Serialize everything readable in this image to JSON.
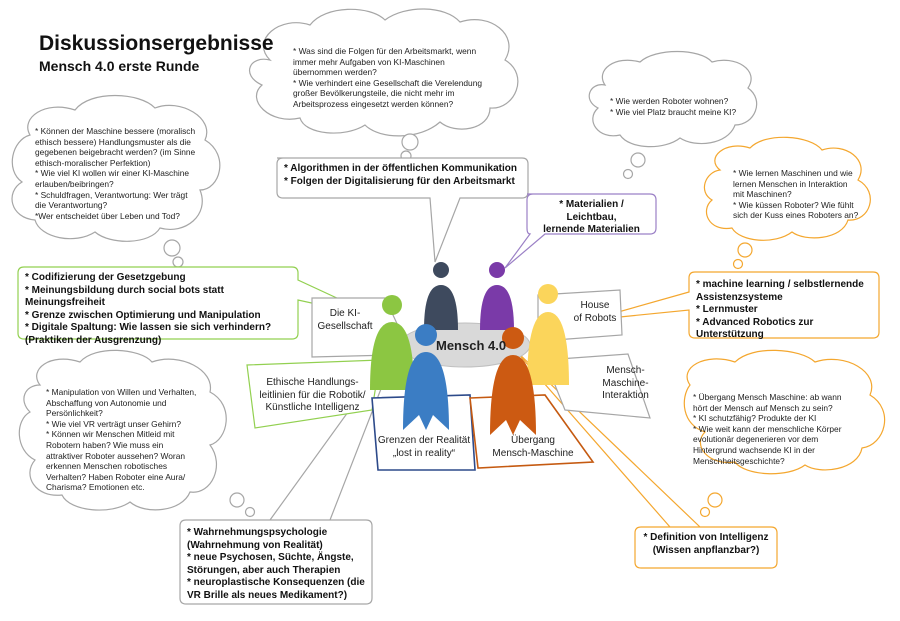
{
  "header": {
    "title": "Diskussionsergebnisse",
    "subtitle": "Mensch 4.0 erste Runde"
  },
  "center": {
    "label": "Mensch 4.0"
  },
  "segments": {
    "ki_gesellschaft": "Die KI-\nGesellschaft",
    "house_of_robots": "House\nof Robots",
    "ethische": "Ethische Handlungs-\nleitlinien für die Robotik/\nKünstliche Intelligenz",
    "grenzen": "Grenzen der Realität\n„lost in reality“",
    "uebergang": "Übergang\nMensch-Maschine",
    "mmi": "Mensch-\nMaschine-\nInteraktion"
  },
  "boxes": {
    "algorithmen": "* Algorithmen in der öffentlichen Kommunikation\n* Folgen der Digitalisierung für den Arbeitsmarkt",
    "materialien": "* Materialien / Leichtbau,\nlernende Materialien",
    "codifizierung": "* Codifizierung der Gesetzgebung\n* Meinungsbildung durch social bots statt Meinungsfreiheit\n* Grenze zwischen Optimierung und Manipulation\n* Digitale Spaltung: Wie lassen sie sich verhindern?\n(Praktiken der Ausgrenzung)",
    "machine_learning": "* machine learning / selbstlernende\n  Assistenzsysteme\n* Lernmuster\n* Advanced Robotics zur Unterstützung",
    "wahrnehmung": "* Wahrnehmungspsychologie\n(Wahrnehmung von Realität)\n* neue Psychosen, Süchte, Ängste,\nStörungen, aber auch Therapien\n* neuroplastische Konsequenzen (die\nVR Brille als neues Medikament?)",
    "definition": "* Definition von Intelligenz\n(Wissen anpflanzbar?)"
  },
  "clouds": {
    "arbeitsmarkt": "* Was sind die Folgen für den Arbeitsmarkt, wenn\n  immer mehr Aufgaben von KI-Maschinen\n  übernommen  werden?\n* Wie verhindert eine Gesellschaft die Verelendung\n  großer Bevölkerungsteile, die nicht mehr im\n  Arbeitsprozess eingesetzt werden können?",
    "roboter_wohnen": "* Wie werden Roboter wohnen?\n* Wie viel Platz braucht meine KI?",
    "lernen": "* Wie lernen Maschinen und wie\n  lernen Menschen in Interaktion\n  mit Maschinen?\n* Wie küssen Roboter?  Wie fühlt\n  sich der Kuss eines Roboters an?",
    "moral": "* Können der Maschine bessere (moralisch\n  ethisch bessere) Handlungsmuster als die\n  gegebenen beigebracht werden? (im Sinne\n  ethisch-moralischer Perfektion)\n* Wie viel KI wollen wir einer KI-Maschine\n  erlauben/beibringen?\n* Schuldfragen, Verantwortung: Wer trägt\n  die Verantwortung?\n*Wer entscheidet über Leben und Tod?",
    "manipulation": "* Manipulation von Willen und Verhalten,\n  Abschaffung von Autonomie  und\n  Persönlichkeit?\n* Wie viel VR verträgt unser Gehirn?\n* Können wir Menschen Mitleid mit\n  Robotern haben? Wie muss ein\n  attraktiver Roboter aussehen? Woran\n  erkennen Menschen robotisches\n  Verhalten? Haben Roboter eine Aura/\n  Charisma? Emotionen etc.",
    "uebergang_frage": "* Übergang Mensch Maschine: ab wann\n  hört der Mensch auf Mensch zu sein?\n* KI schutzfähig? Produkte  der KI\n* Wie weit kann der menschliche Körper\n  evolutionär degenerieren vor dem\n  Hintergrund wachsende KI in der\n  Menschheitsgeschichte?"
  },
  "colors": {
    "purple": "#7a3aa8",
    "navy": "#3e4a5e",
    "yellow": "#fbd55b",
    "orange_person": "#cc5a12",
    "green": "#8cc642",
    "blue": "#3b7dc4",
    "gray_border": "#a6a6a6",
    "green_border": "#92d050",
    "orange_border": "#f4a72f",
    "lavender_border": "#9b80c6",
    "darkblue_border": "#2d4a8a",
    "brown_border": "#c55a11",
    "cloud_border": "#a6a6a6"
  }
}
